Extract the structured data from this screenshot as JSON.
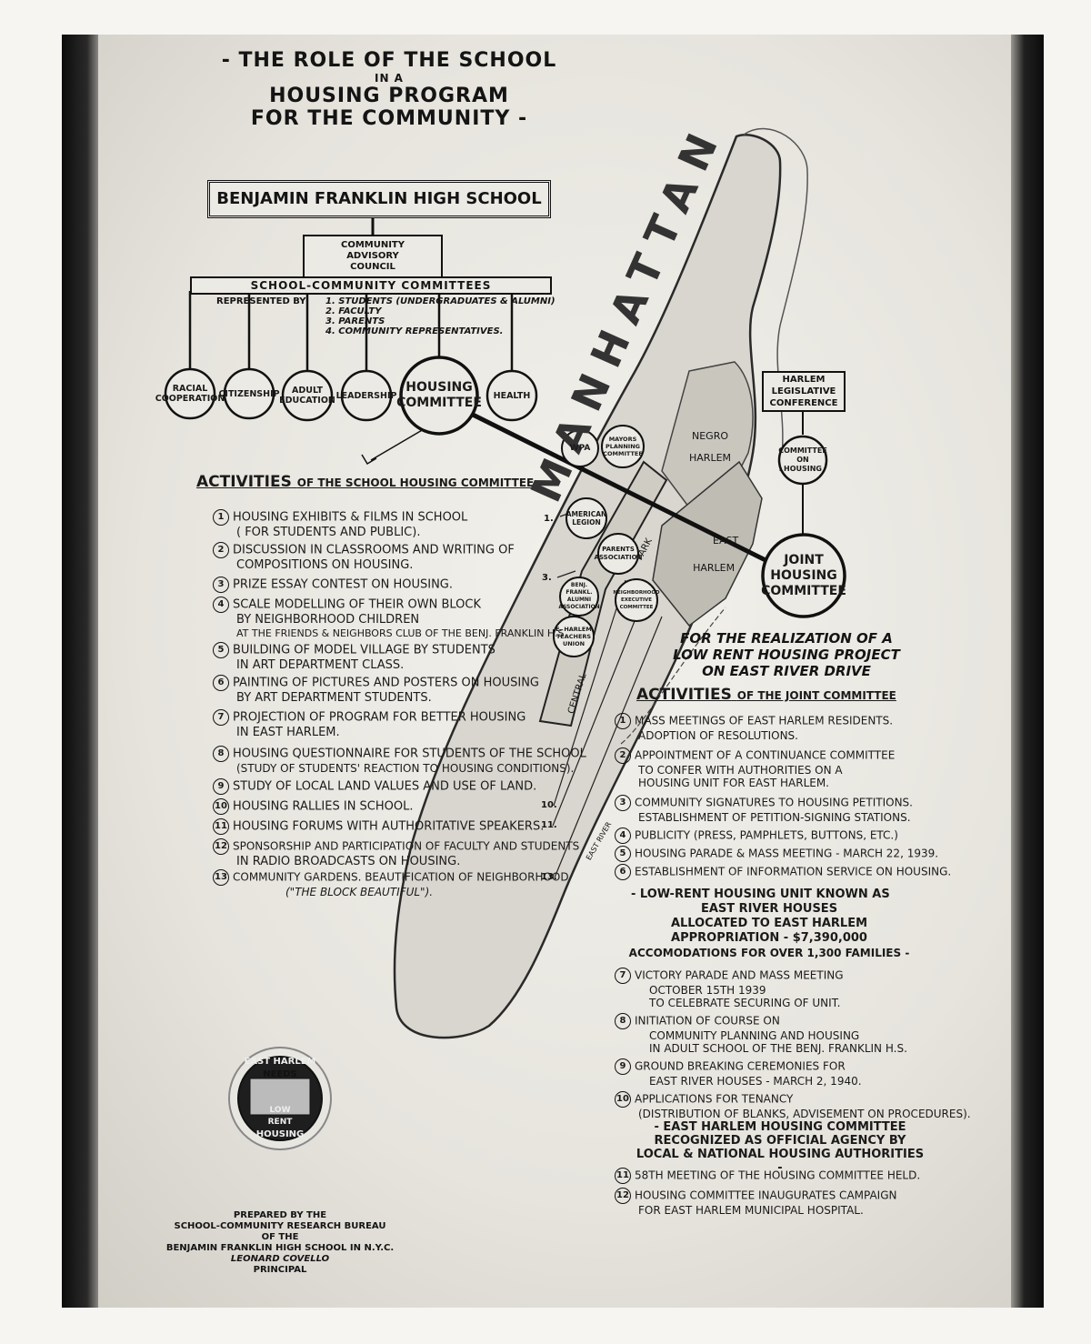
{
  "title": {
    "line1": "- THE ROLE OF THE SCHOOL",
    "line2": "IN A",
    "line3": "HOUSING PROGRAM",
    "line4": "FOR THE COMMUNITY -"
  },
  "org": {
    "school": "BENJAMIN FRANKLIN HIGH SCHOOL",
    "council": [
      "COMMUNITY",
      "ADVISORY",
      "COUNCIL"
    ],
    "committees": "SCHOOL-COMMUNITY COMMITTEES",
    "represented_by": "REPRESENTED BY",
    "representatives": [
      "1. STUDENTS (UNDERGRADUATES & ALUMNI)",
      "2. FACULTY",
      "3. PARENTS",
      "4. COMMUNITY REPRESENTATIVES."
    ],
    "circles": [
      [
        "RACIAL",
        "COOPERATION"
      ],
      [
        "CITIZENSHIP"
      ],
      [
        "ADULT",
        "EDUCATION"
      ],
      [
        "LEADERSHIP"
      ],
      [
        "HOUSING",
        "COMMITTEE"
      ],
      [
        "HEALTH"
      ]
    ]
  },
  "school_activities": {
    "header": "ACTIVITIES",
    "header_rest": "OF THE SCHOOL HOUSING COMMITTEE",
    "items": [
      {
        "n": "1",
        "lines": [
          "HOUSING EXHIBITS & FILMS IN SCHOOL",
          "( FOR STUDENTS AND PUBLIC)."
        ]
      },
      {
        "n": "2",
        "lines": [
          "DISCUSSION IN CLASSROOMS AND WRITING OF",
          "COMPOSITIONS ON HOUSING."
        ]
      },
      {
        "n": "3",
        "lines": [
          "PRIZE ESSAY CONTEST ON HOUSING."
        ]
      },
      {
        "n": "4",
        "lines": [
          "SCALE MODELLING OF THEIR OWN BLOCK",
          "BY NEIGHBORHOOD CHILDREN",
          "AT THE FRIENDS & NEIGHBORS CLUB OF THE BENJ. FRANKLIN H.S."
        ]
      },
      {
        "n": "5",
        "lines": [
          "BUILDING OF MODEL VILLAGE BY STUDENTS",
          "IN ART DEPARTMENT CLASS."
        ]
      },
      {
        "n": "6",
        "lines": [
          "PAINTING OF PICTURES AND POSTERS ON HOUSING",
          "BY ART DEPARTMENT STUDENTS."
        ]
      },
      {
        "n": "7",
        "lines": [
          "PROJECTION OF PROGRAM FOR BETTER HOUSING",
          "IN EAST HARLEM."
        ]
      },
      {
        "n": "8",
        "lines": [
          "HOUSING QUESTIONNAIRE FOR STUDENTS OF THE SCHOOL",
          "(STUDY OF STUDENTS' REACTION TO HOUSING CONDITIONS)."
        ]
      },
      {
        "n": "9",
        "lines": [
          "STUDY OF LOCAL LAND VALUES AND USE OF LAND."
        ]
      },
      {
        "n": "10",
        "lines": [
          "HOUSING RALLIES IN SCHOOL."
        ]
      },
      {
        "n": "11",
        "lines": [
          "HOUSING FORUMS WITH AUTHORITATIVE SPEAKERS."
        ]
      },
      {
        "n": "12",
        "lines": [
          "SPONSORSHIP AND PARTICIPATION OF FACULTY AND STUDENTS",
          "IN RADIO BROADCASTS ON HOUSING."
        ]
      },
      {
        "n": "13",
        "lines": [
          "COMMUNITY GARDENS. BEAUTIFICATION OF NEIGHBORHOOD",
          "(\"THE BLOCK BEAUTIFUL\")."
        ]
      }
    ]
  },
  "map": {
    "manhattan": "MANHATTAN",
    "negro_harlem": [
      "NEGRO",
      "HARLEM"
    ],
    "east_harlem": [
      "EAST",
      "HARLEM"
    ],
    "park": "PARK",
    "central": "CENTRAL",
    "east_river": "EAST RIVER",
    "markers": [
      "1.",
      "3.",
      "10.",
      "11.",
      "13."
    ],
    "orgs": [
      [
        "WPA"
      ],
      [
        "MAYORS",
        "PLANNING",
        "COMMITTEE"
      ],
      [
        "AMERICAN",
        "LEGION"
      ],
      [
        "PARENTS",
        "ASSOCIATION"
      ],
      [
        "BENJ. FRANKL.",
        "ALUMNI",
        "ASSOCIATION"
      ],
      [
        "NEIGHBORHOOD",
        "EXECUTIVE",
        "COMMITTEE"
      ],
      [
        "E. HARLEM",
        "TEACHERS",
        "UNION"
      ]
    ]
  },
  "harlem_conf": [
    "HARLEM",
    "LEGISLATIVE",
    "CONFERENCE"
  ],
  "committee_on_housing": [
    "COMMITTEE",
    "ON",
    "HOUSING"
  ],
  "joint": [
    "JOINT",
    "HOUSING",
    "COMMITTEE"
  ],
  "realization": [
    "FOR THE REALIZATION OF A",
    "LOW RENT HOUSING PROJECT",
    "ON EAST RIVER DRIVE"
  ],
  "joint_activities": {
    "header": "ACTIVITIES",
    "header_rest": "OF THE JOINT COMMITTEE",
    "items": [
      {
        "n": "1",
        "lines": [
          "MASS MEETINGS OF EAST HARLEM RESIDENTS.",
          "ADOPTION OF RESOLUTIONS."
        ]
      },
      {
        "n": "2",
        "lines": [
          "APPOINTMENT OF A CONTINUANCE COMMITTEE",
          "TO CONFER WITH AUTHORITIES ON A",
          "HOUSING UNIT FOR EAST HARLEM."
        ]
      },
      {
        "n": "3",
        "lines": [
          "COMMUNITY SIGNATURES TO HOUSING PETITIONS.",
          "ESTABLISHMENT OF PETITION-SIGNING STATIONS."
        ]
      },
      {
        "n": "4",
        "lines": [
          "PUBLICITY (PRESS, PAMPHLETS, BUTTONS, ETC.)"
        ]
      },
      {
        "n": "5",
        "lines": [
          "HOUSING PARADE & MASS MEETING - MARCH 22, 1939."
        ]
      },
      {
        "n": "6",
        "lines": [
          "ESTABLISHMENT OF INFORMATION SERVICE ON HOUSING."
        ]
      }
    ],
    "note1": [
      "- LOW-RENT HOUSING UNIT KNOWN AS",
      "EAST RIVER HOUSES",
      "ALLOCATED TO EAST HARLEM",
      "APPROPRIATION - $7,390,000",
      "ACCOMODATIONS FOR OVER 1,300 FAMILIES -"
    ],
    "items2": [
      {
        "n": "7",
        "lines": [
          "VICTORY PARADE AND MASS MEETING",
          "OCTOBER 15TH 1939",
          "TO CELEBRATE SECURING OF UNIT."
        ]
      },
      {
        "n": "8",
        "lines": [
          "INITIATION OF COURSE ON",
          "COMMUNITY PLANNING AND HOUSING",
          "IN ADULT SCHOOL OF THE BENJ. FRANKLIN H.S."
        ]
      },
      {
        "n": "9",
        "lines": [
          "GROUND BREAKING CEREMONIES FOR",
          "EAST RIVER HOUSES - MARCH 2, 1940."
        ]
      },
      {
        "n": "10",
        "lines": [
          "APPLICATIONS FOR TENANCY",
          "(DISTRIBUTION OF BLANKS, ADVISEMENT ON PROCEDURES)."
        ]
      }
    ],
    "note2": [
      "- EAST HARLEM HOUSING COMMITTEE",
      "RECOGNIZED AS OFFICIAL AGENCY BY",
      "LOCAL & NATIONAL HOUSING AUTHORITIES -"
    ],
    "items3": [
      {
        "n": "11",
        "lines": [
          "58TH MEETING OF THE HOUSING COMMITTEE HELD."
        ]
      },
      {
        "n": "12",
        "lines": [
          "HOUSING COMMITTEE INAUGURATES CAMPAIGN",
          "FOR EAST HARLEM MUNICIPAL HOSPITAL."
        ]
      }
    ]
  },
  "seal": {
    "top": "EAST HARLEM",
    "needs": "NEEDS",
    "low": "LOW",
    "rent": "RENT",
    "bottom": "HOUSING"
  },
  "credits": [
    "PREPARED BY THE",
    "SCHOOL-COMMUNITY RESEARCH BUREAU",
    "OF THE",
    "BENJAMIN FRANKLIN HIGH SCHOOL IN N.Y.C.",
    "LEONARD COVELLO",
    "PRINCIPAL"
  ]
}
